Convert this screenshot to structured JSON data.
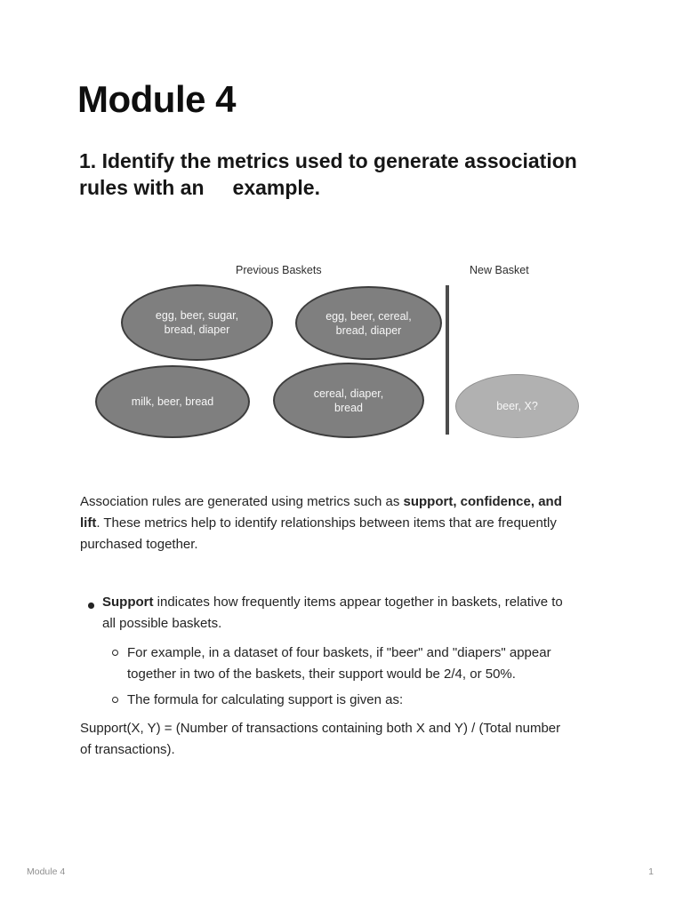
{
  "page": {
    "title": "Module 4",
    "heading": {
      "line1": "1. Identify the metrics used to generate association",
      "line2": "rules with an     example."
    },
    "diagram": {
      "left_label": "Previous Baskets",
      "right_label": "New Basket",
      "baskets": [
        {
          "line1": "egg, beer, sugar,",
          "line2": "bread, diaper"
        },
        {
          "line1": "egg, beer, cereal,",
          "line2": "bread, diaper"
        },
        {
          "line1": "milk, beer, bread"
        },
        {
          "line1": "cereal, diaper,",
          "line2": "bread"
        },
        {
          "line1": "beer, X?"
        }
      ],
      "colors": {
        "previous_basket_fill": "#7f7f7f",
        "previous_basket_border": "#3d3d3d",
        "new_basket_fill": "#b1b1b1",
        "new_basket_border": "#8f8f8f",
        "divider": "#4c4c4c",
        "basket_text": "#f7f7f7"
      }
    },
    "intro_paragraph": {
      "line1_normal": "Association rules are generated using metrics such as ",
      "line1_bold": "support, confidence, and",
      "line2_bold": "lift",
      "line2_normal": ". These metrics help to identify relationships between items that are frequently",
      "line3": "purchased together."
    },
    "bullets": {
      "support": {
        "term": "Support",
        "line1_rest": " indicates how frequently items appear together in baskets, relative to",
        "line2": "all possible baskets."
      },
      "example": {
        "line1": "For example, in a dataset of four baskets, if \"beer\" and \"diapers\" appear",
        "line2": "together in two of the baskets, their support would be 2/4, or 50%."
      },
      "formula_intro": "The formula for calculating support is given as:"
    },
    "formula_paragraph": {
      "line1": "Support(X, Y) = (Number of transactions containing both X and Y) / (Total number",
      "line2": "of transactions)."
    },
    "footer": {
      "left": "Module 4",
      "page_number": "1"
    }
  }
}
